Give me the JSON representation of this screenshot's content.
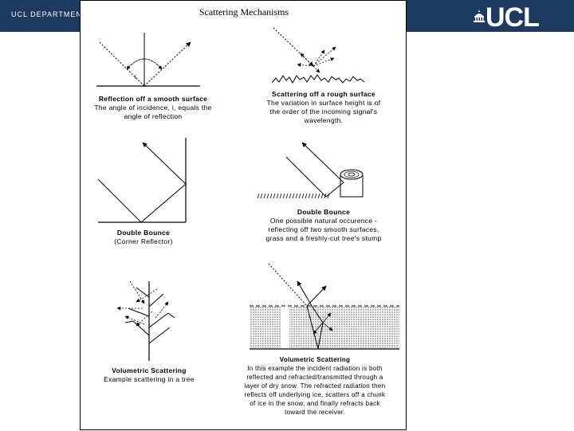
{
  "header": {
    "department": "UCL DEPARTMENT",
    "logo": "UCL"
  },
  "figure": {
    "title": "Scattering Mechanisms",
    "p1": {
      "heading": "Reflection off a smooth surface",
      "line1": "The angle of incidence, i, equals the",
      "line2": "angle of reflection",
      "angle_label": "i"
    },
    "p2": {
      "heading": "Scattering off a rough surface",
      "line1": "The variation in surface height is of",
      "line2": "the order of the incoming signal's",
      "line3": "wavelength."
    },
    "p3": {
      "heading": "Double Bounce",
      "line1": "(Corner Reflector)"
    },
    "p4": {
      "heading": "Double Bounce",
      "line1": "One possible natural occurence -",
      "line2": "reflecting off two smooth surfaces,",
      "line3": "grass and a freshly-cut tree's stump"
    },
    "p5": {
      "heading": "Volumetric Scattering",
      "line1": "Example scattering in a tree"
    },
    "p6": {
      "heading": "Volumetric Scattering",
      "line1": "In this example the incident radiation is both",
      "line2": "reflected and refracted/transmitted through a",
      "line3": "layer of dry snow. The refracted radiation then",
      "line4": "reflects off underlying ice, scatters off a chunk",
      "line5": "of ice in the snow, and finally refracts back",
      "line6": "toward the receiver."
    }
  }
}
